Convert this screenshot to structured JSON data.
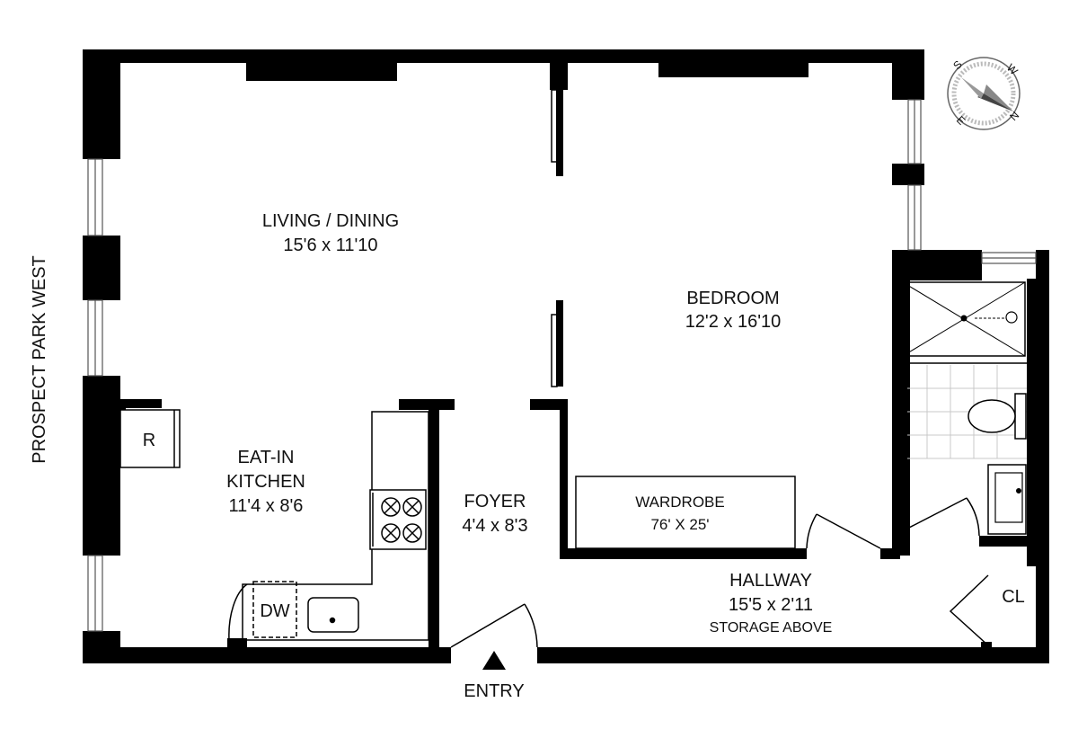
{
  "street": "PROSPECT PARK WEST",
  "rooms": {
    "living": {
      "name": "LIVING / DINING",
      "dims": "15'6 x 11'10"
    },
    "bedroom": {
      "name": "BEDROOM",
      "dims": "12'2 x 16'10"
    },
    "kitchen": {
      "name_line1": "EAT-IN",
      "name_line2": "KITCHEN",
      "dims": "11'4 x 8'6"
    },
    "foyer": {
      "name": "FOYER",
      "dims": "4'4 x 8'3"
    },
    "wardrobe": {
      "name": "WARDROBE",
      "dims": "76' X 25'"
    },
    "hallway": {
      "name": "HALLWAY",
      "dims": "15'5 x 2'11",
      "note": "STORAGE ABOVE"
    }
  },
  "fixtures": {
    "refrigerator": "R",
    "dishwasher": "DW",
    "closet": "CL"
  },
  "entry": "ENTRY",
  "compass": {
    "north": "N",
    "south": "S",
    "east": "E",
    "west": "W"
  }
}
